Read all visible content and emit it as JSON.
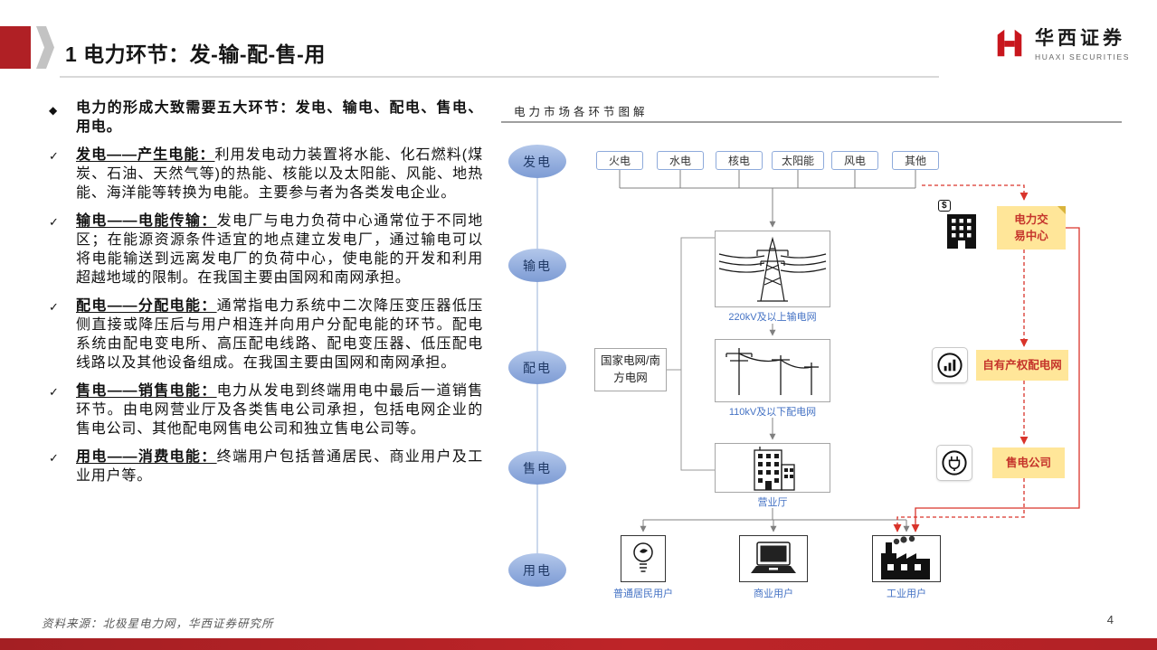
{
  "header": {
    "title": "1 电力环节：发-输-配-售-用",
    "logo_cn": "华西证券",
    "logo_en": "HUAXI SECURITIES"
  },
  "bullets": [
    {
      "marker": "◆",
      "lead": "",
      "body": "电力的形成大致需要五大环节：发电、输电、配电、售电、用电。"
    },
    {
      "marker": "✓",
      "lead": "发电——产生电能：",
      "body": "利用发电动力装置将水能、化石燃料(煤炭、石油、天然气等)的热能、核能以及太阳能、风能、地热能、海洋能等转换为电能。主要参与者为各类发电企业。"
    },
    {
      "marker": "✓",
      "lead": "输电——电能传输：",
      "body": "发电厂与电力负荷中心通常位于不同地区；在能源资源条件适宜的地点建立发电厂，通过输电可以将电能输送到远离发电厂的负荷中心，使电能的开发和利用超越地域的限制。在我国主要由国网和南网承担。"
    },
    {
      "marker": "✓",
      "lead": "配电——分配电能：",
      "body": "通常指电力系统中二次降压变压器低压侧直接或降压后与用户相连并向用户分配电能的环节。配电系统由配电变电所、高压配电线路、配电变压器、低压配电线路以及其他设备组成。在我国主要由国网和南网承担。"
    },
    {
      "marker": "✓",
      "lead": "售电——销售电能：",
      "body": "电力从发电到终端用电中最后一道销售环节。由电网营业厅及各类售电公司承担，包括电网企业的售电公司、其他配电网售电公司和独立售电公司等。"
    },
    {
      "marker": "✓",
      "lead": "用电——消费电能：",
      "body": "终端用户包括普通居民、商业用户及工业用户等。"
    }
  ],
  "diagram": {
    "caption": "电力市场各环节图解",
    "stages": [
      "发电",
      "输电",
      "配电",
      "售电",
      "用电"
    ],
    "sources": [
      "火电",
      "水电",
      "核电",
      "太阳能",
      "风电",
      "其他"
    ],
    "grid_operator": "国家电网/南方电网",
    "transmission_label": "220kV及以上输电网",
    "distribution_label": "110kV及以下配电网",
    "hall_label": "营业厅",
    "users": [
      "普通居民用户",
      "商业用户",
      "工业用户"
    ],
    "trading_center": "电力交易中心",
    "own_grid": "自有产权配电网",
    "retail_company": "售电公司",
    "dollar": "$"
  },
  "footer": {
    "source": "资料来源：北极星电力网，华西证券研究所",
    "page": "4"
  },
  "colors": {
    "accent_red": "#B02025",
    "stage_blue": "#8FAADC",
    "label_blue": "#4472C4",
    "box_yellow": "#FFE699",
    "red_line": "#D9342B"
  }
}
